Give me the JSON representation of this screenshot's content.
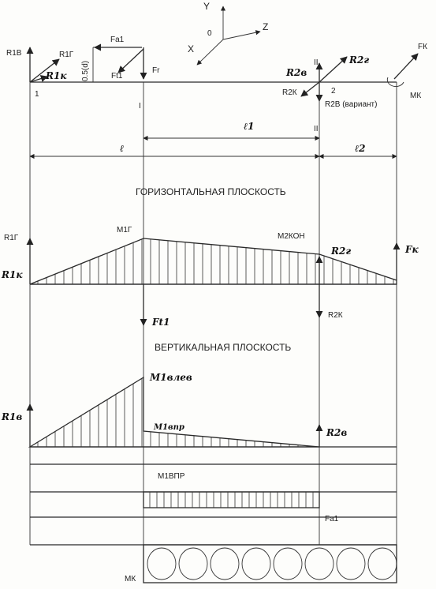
{
  "axes": {
    "y": "Y",
    "z": "Z",
    "x": "X",
    "origin": "0"
  },
  "forces": {
    "r1v": "R1В",
    "r1g": "R1Г",
    "r1k": "R1к",
    "fa1": "Fa1",
    "ft1": "Ft1",
    "fr": "Fr",
    "offset": "0.5(d)",
    "r2v": "R2в",
    "r2g": "R2г",
    "r2k": "R2К",
    "r2v_variant": "R2В (вариант)",
    "fk": "FК",
    "mk": "MК"
  },
  "sections": {
    "s1": "1",
    "sI": "I",
    "s2": "2",
    "sII": "II"
  },
  "dims": {
    "l": "ℓ",
    "l1": "ℓ1",
    "l2": "ℓ2"
  },
  "horizontal": {
    "title": "ГОРИЗОНТАЛЬНАЯ ПЛОСКОСТЬ",
    "r1g": "R1Г",
    "r1k": "R1к",
    "m1g": "M1Г",
    "m2kon": "M2КОН",
    "r2g": "R2г",
    "fk": "Fк",
    "ft1": "Ft1",
    "r2k": "R2К"
  },
  "vertical": {
    "title": "ВЕРТИКАЛЬНАЯ ПЛОСКОСТЬ",
    "r1v": "R1в",
    "m1vlev": "M1влев",
    "m1vpr": "M1впр",
    "r2v": "R2в"
  },
  "lower": {
    "m1vpr": "M1ВПР",
    "fa1": "Fa1",
    "mk": "MК"
  }
}
